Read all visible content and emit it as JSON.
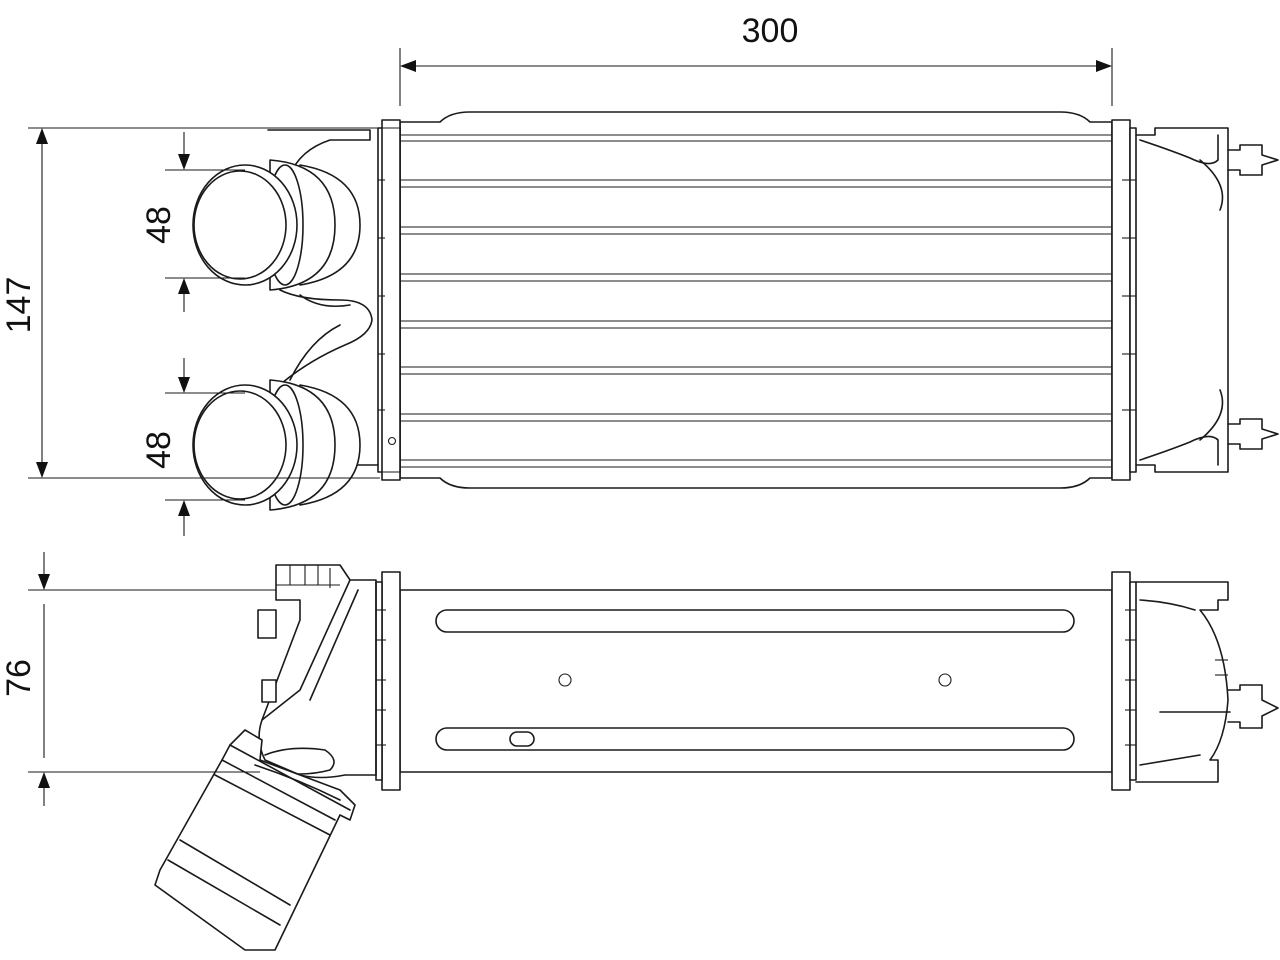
{
  "dimensions": {
    "width": "300",
    "height": "147",
    "top_outlet": "48",
    "bottom_outlet": "48",
    "depth": "76"
  }
}
